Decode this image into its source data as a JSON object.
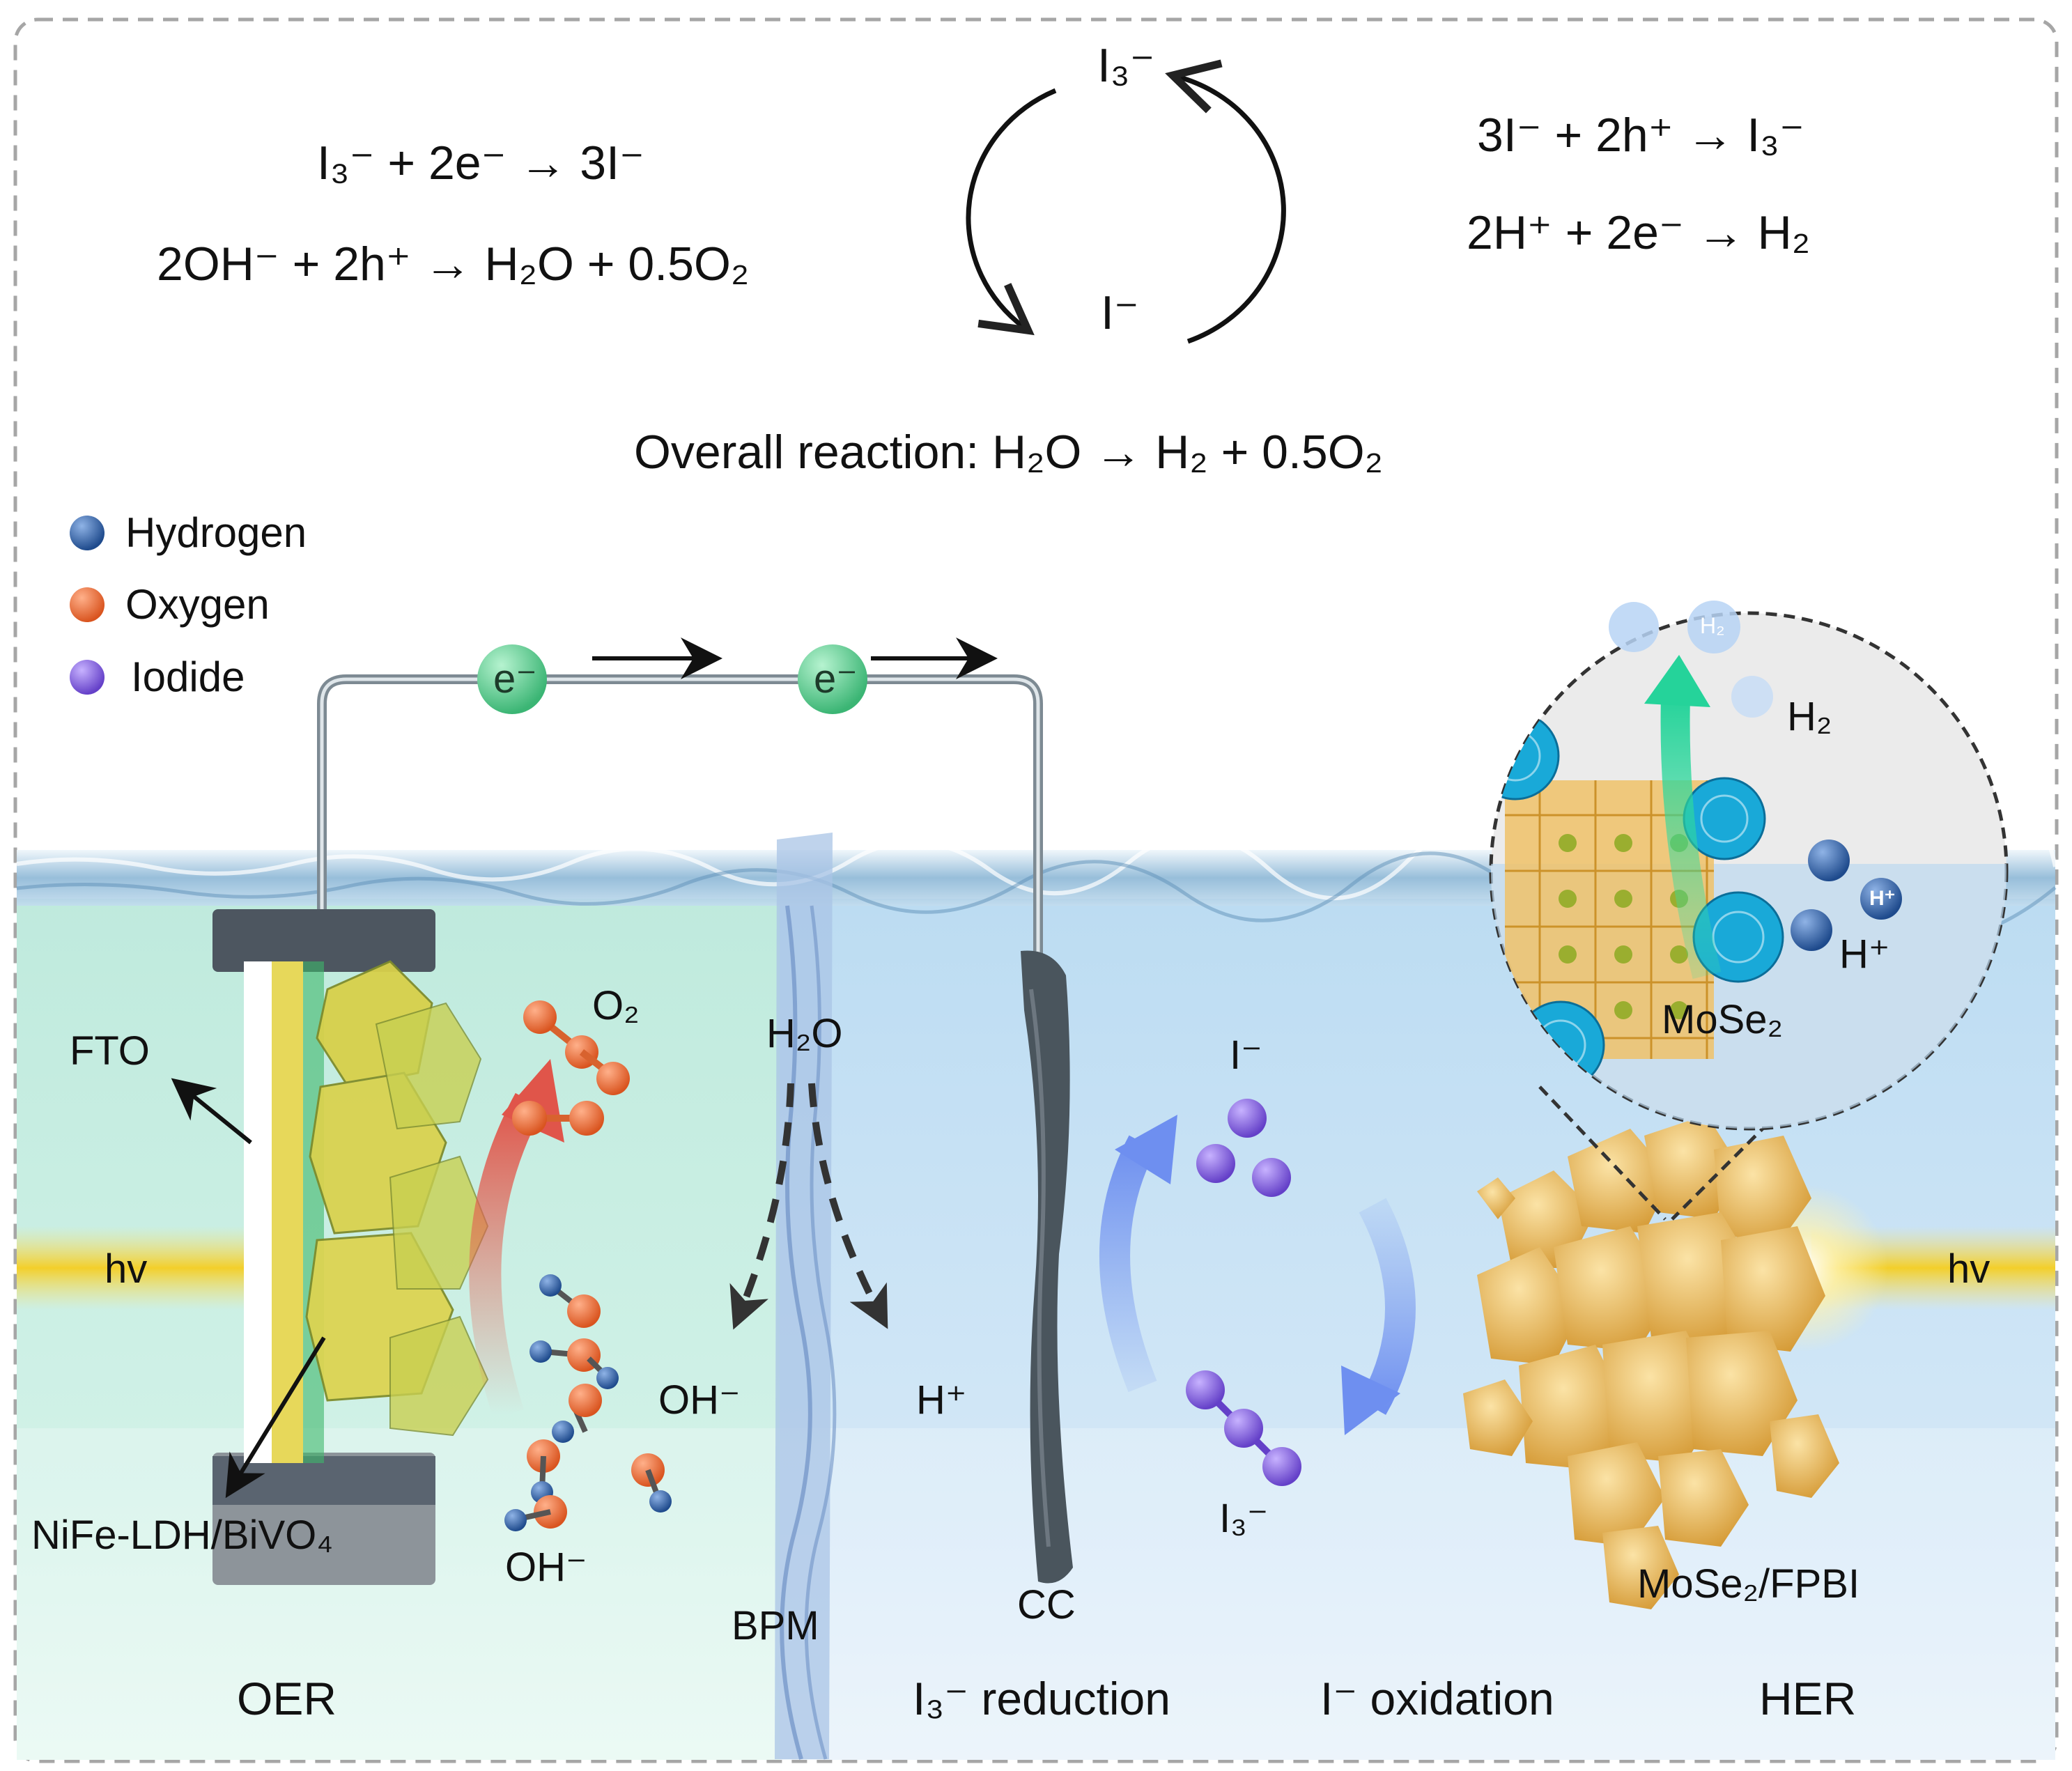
{
  "equations": {
    "left_1": "I₃⁻ + 2e⁻ → 3I⁻",
    "left_2": "2OH⁻ + 2h⁺ → H₂O + 0.5O₂",
    "right_1": "3I⁻ + 2h⁺ → I₃⁻",
    "right_2": "2H⁺ + 2e⁻ → H₂",
    "cycle_top": "I₃⁻",
    "cycle_bottom": "I⁻",
    "overall": "Overall reaction:  H₂O → H₂ + 0.5O₂"
  },
  "legend": [
    {
      "label": "Hydrogen",
      "color": "#2b5aa0"
    },
    {
      "label": "Oxygen",
      "color": "#e8683a"
    },
    {
      "label": "Iodide",
      "color": "#7b55d8"
    }
  ],
  "circuit": {
    "electron_1": "e⁻",
    "electron_2": "e⁻"
  },
  "labels": {
    "fto": "FTO",
    "hv_left": "hv",
    "hv_right": "hv",
    "nife": "NiFe-LDH/BiVO₄",
    "o2": "O₂",
    "oh_left": "OH⁻",
    "h2o": "H₂O",
    "oh_mid": "OH⁻",
    "h_plus_mid": "H⁺",
    "bpm": "BPM",
    "cc": "CC",
    "iodide_top": "I⁻",
    "triiodide": "I₃⁻",
    "mose2_fpbi": "MoSe₂/FPBI",
    "mose2": "MoSe₂",
    "h2_zoom": "H₂",
    "h_plus_zoom": "H⁺",
    "h2_bubble": "H₂",
    "h_plus_bubble": "H⁺"
  },
  "bottom": {
    "oer": "OER",
    "i3_reduction": "I₃⁻  reduction",
    "i_oxidation": "I⁻  oxidation",
    "her": "HER"
  },
  "colors": {
    "left_water": "#c9eee2",
    "right_water": "#cfe6f6",
    "hydrogen": "#2b5aa0",
    "oxygen": "#e8683a",
    "iodide": "#7b55d8",
    "electron": "#5fcf8e",
    "light_beam": "#f3d23a",
    "crystal": "#e9b04e",
    "mose2_flower": "#19a9d8"
  }
}
